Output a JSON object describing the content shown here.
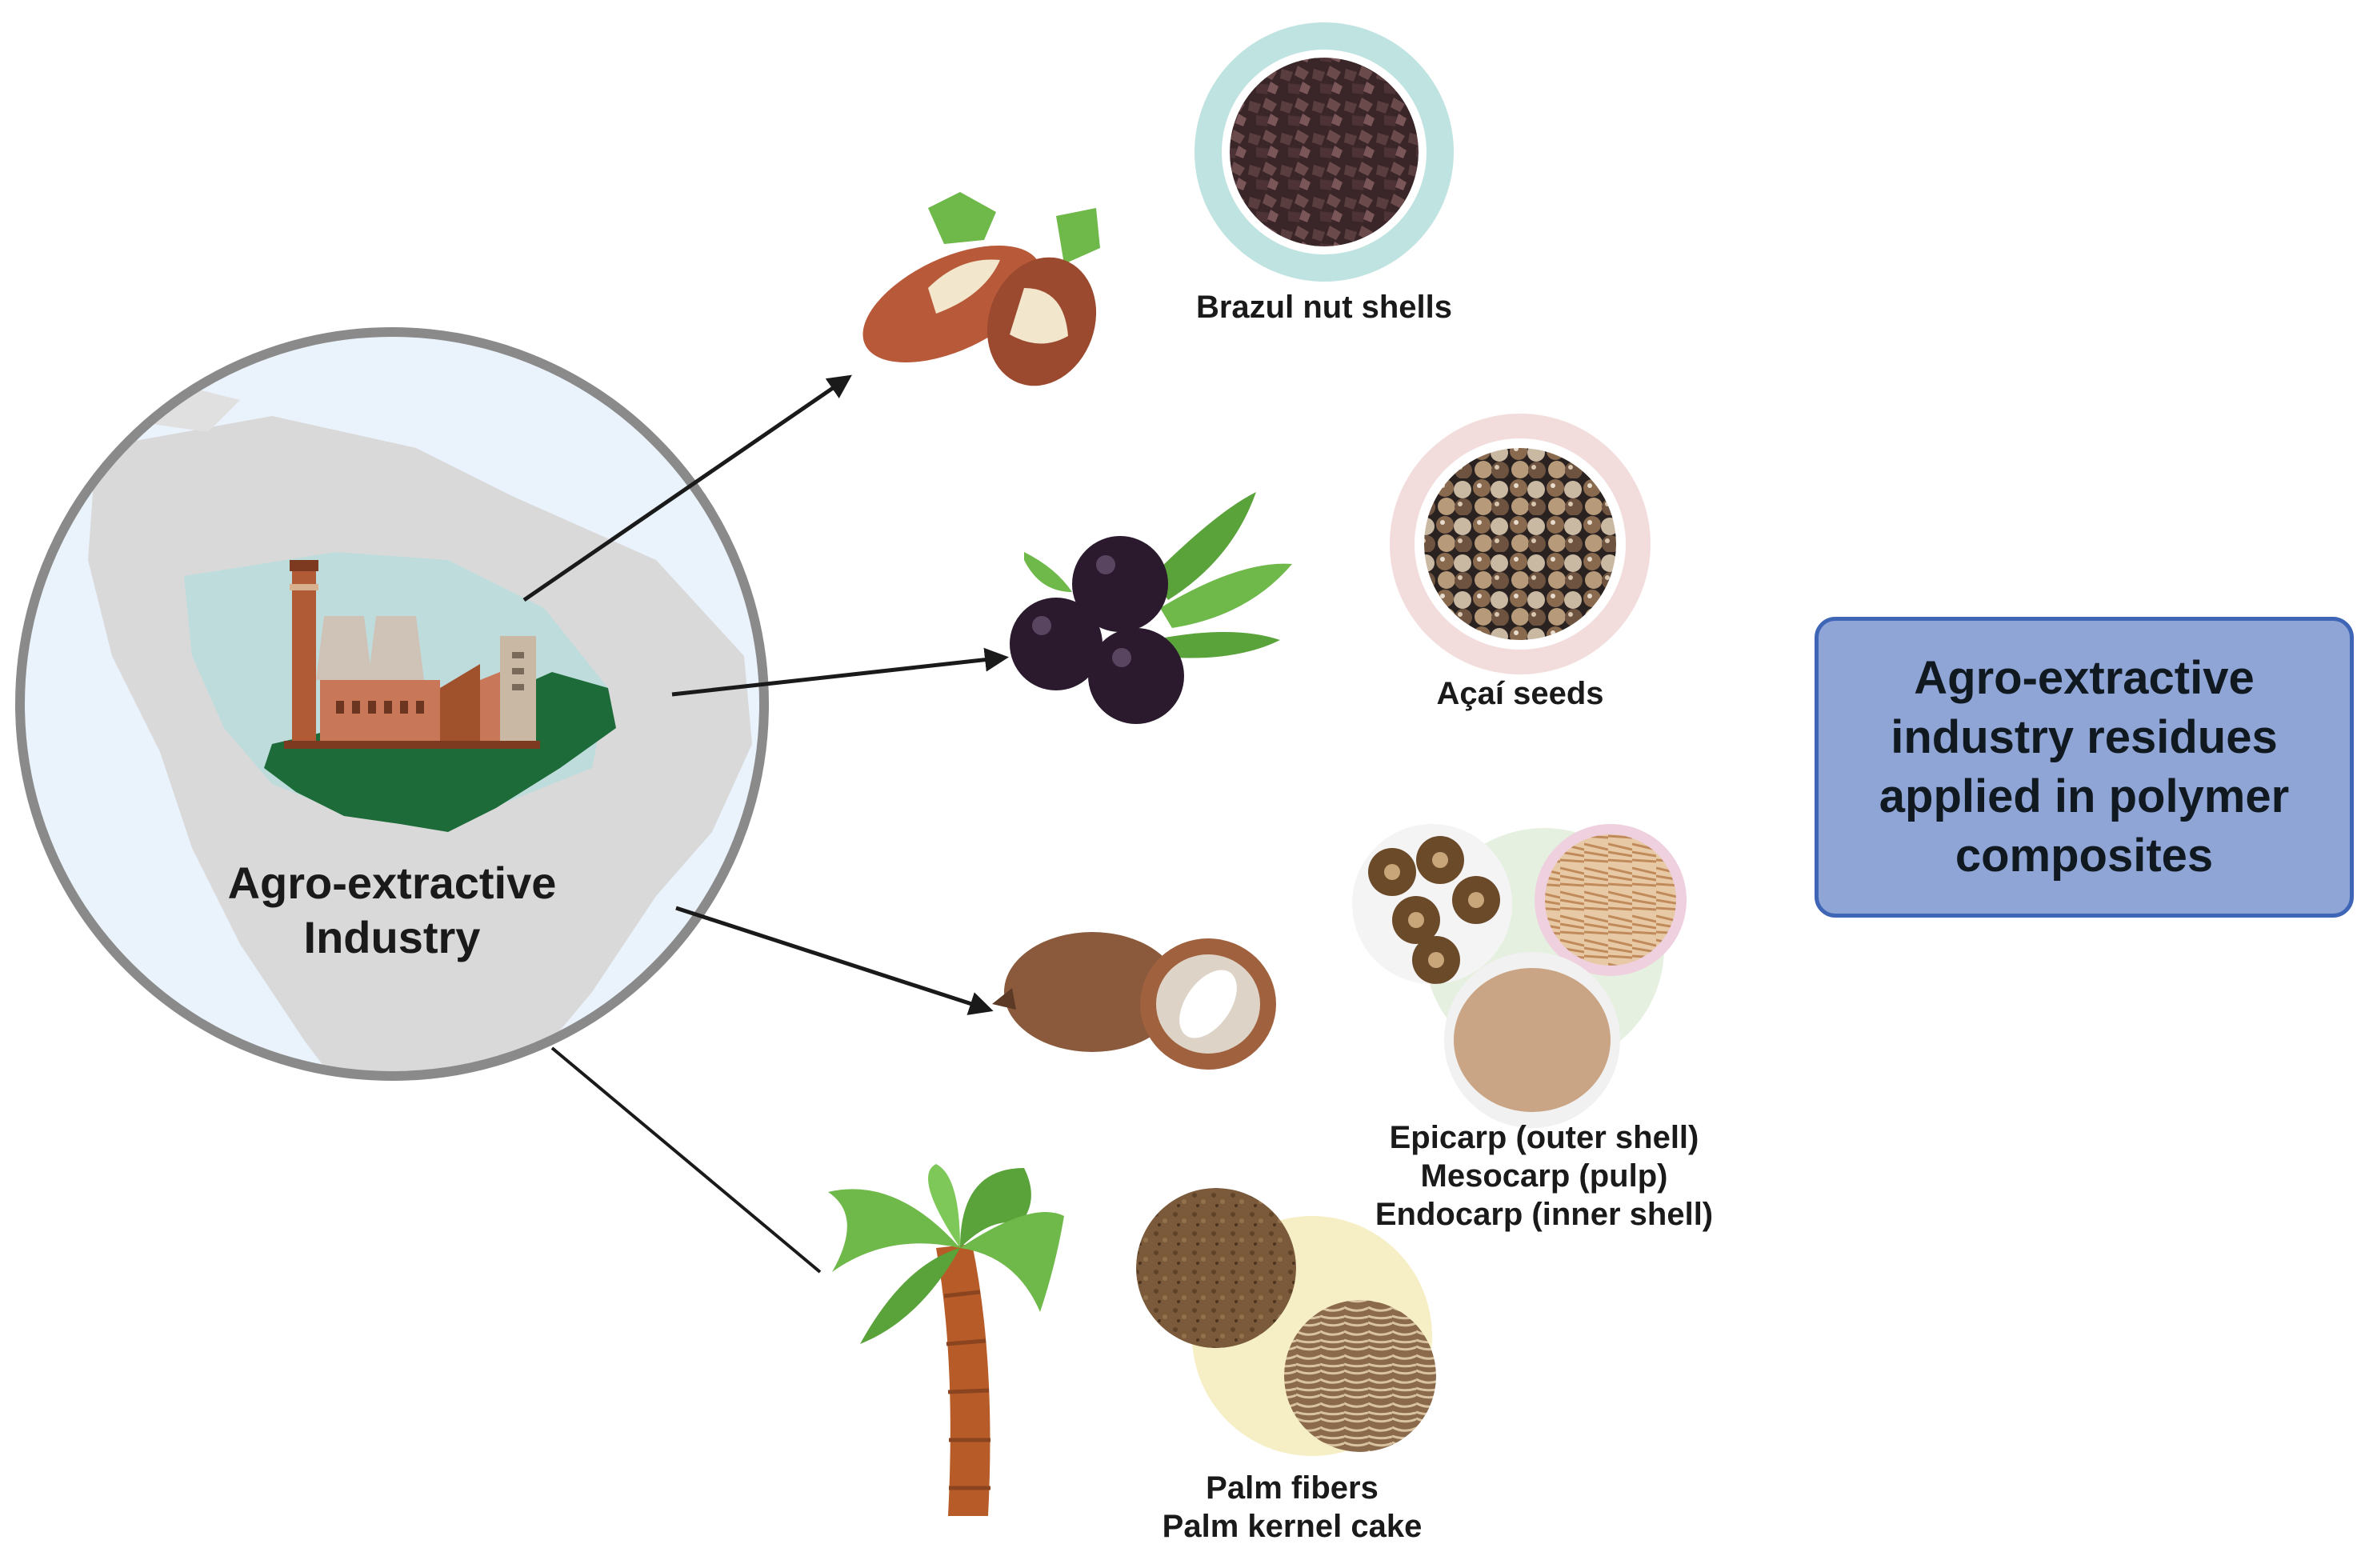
{
  "hub": {
    "line1": "Agro-extractive",
    "line2": "Industry"
  },
  "summary": {
    "text": "Agro-extractive industry residues applied in polymer composites"
  },
  "residues": [
    {
      "icon": "brazil-nut-icon",
      "lines": [
        "Brazul nut shells"
      ]
    },
    {
      "icon": "acai-berry-icon",
      "lines": [
        "Açaí seeds"
      ]
    },
    {
      "icon": "cupuacu-fruit-icon",
      "lines": [
        "Epicarp (outer shell)",
        "Mesocarp (pulp)",
        "Endocarp (inner shell)"
      ]
    },
    {
      "icon": "palm-tree-icon",
      "lines": [
        "Palm fibers",
        "Palm kernel cake"
      ]
    }
  ],
  "colors": {
    "map_ring": "#8a8a8a",
    "map_sea": "#eaf2fb",
    "amazon_green": "#1d6b39",
    "box_fill": "#8fa5d6",
    "box_border": "#3f66b6"
  }
}
